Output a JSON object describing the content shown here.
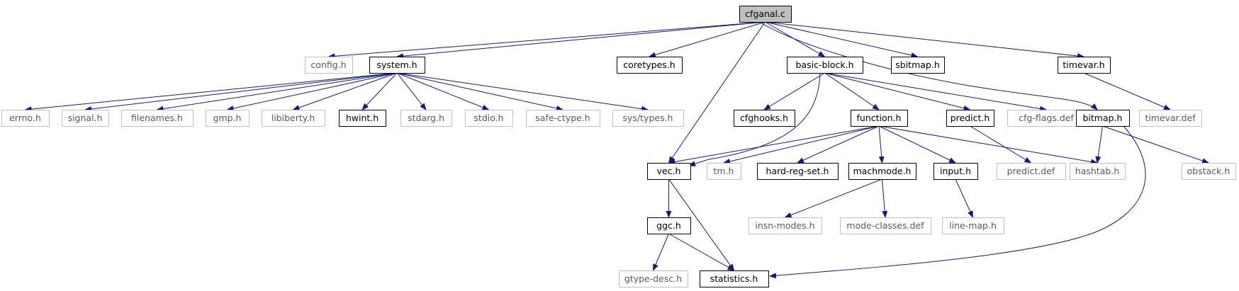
{
  "graph": {
    "colors": {
      "edge": "#191970",
      "root_fill": "#bfbfbf",
      "linked_border": "#000000",
      "unlinked_border": "#bfbfbf",
      "linked_text": "#000000",
      "unlinked_text": "#595959"
    },
    "nodes": [
      {
        "id": "cfganal",
        "label": "cfganal.c",
        "style": "root"
      },
      {
        "id": "config",
        "label": "config.h",
        "style": "unlinked"
      },
      {
        "id": "system",
        "label": "system.h",
        "style": "linked"
      },
      {
        "id": "coretypes",
        "label": "coretypes.h",
        "style": "linked"
      },
      {
        "id": "basicblock",
        "label": "basic-block.h",
        "style": "linked"
      },
      {
        "id": "sbitmap",
        "label": "sbitmap.h",
        "style": "linked"
      },
      {
        "id": "timevar",
        "label": "timevar.h",
        "style": "linked"
      },
      {
        "id": "errno",
        "label": "errno.h",
        "style": "unlinked"
      },
      {
        "id": "signal",
        "label": "signal.h",
        "style": "unlinked"
      },
      {
        "id": "filenames",
        "label": "filenames.h",
        "style": "unlinked"
      },
      {
        "id": "gmp",
        "label": "gmp.h",
        "style": "unlinked"
      },
      {
        "id": "libiberty",
        "label": "libiberty.h",
        "style": "unlinked"
      },
      {
        "id": "hwint",
        "label": "hwint.h",
        "style": "linked"
      },
      {
        "id": "stdarg",
        "label": "stdarg.h",
        "style": "unlinked"
      },
      {
        "id": "stdio",
        "label": "stdio.h",
        "style": "unlinked"
      },
      {
        "id": "safectype",
        "label": "safe-ctype.h",
        "style": "unlinked"
      },
      {
        "id": "systypes",
        "label": "sys/types.h",
        "style": "unlinked"
      },
      {
        "id": "cfghooks",
        "label": "cfghooks.h",
        "style": "linked"
      },
      {
        "id": "function",
        "label": "function.h",
        "style": "linked"
      },
      {
        "id": "predict",
        "label": "predict.h",
        "style": "linked"
      },
      {
        "id": "cfgflags",
        "label": "cfg-flags.def",
        "style": "unlinked"
      },
      {
        "id": "bitmap",
        "label": "bitmap.h",
        "style": "linked"
      },
      {
        "id": "timevardef",
        "label": "timevar.def",
        "style": "unlinked"
      },
      {
        "id": "vec",
        "label": "vec.h",
        "style": "linked"
      },
      {
        "id": "tm",
        "label": "tm.h",
        "style": "unlinked"
      },
      {
        "id": "hardregset",
        "label": "hard-reg-set.h",
        "style": "linked"
      },
      {
        "id": "machmode",
        "label": "machmode.h",
        "style": "linked"
      },
      {
        "id": "input",
        "label": "input.h",
        "style": "linked"
      },
      {
        "id": "predictdef",
        "label": "predict.def",
        "style": "unlinked"
      },
      {
        "id": "hashtab",
        "label": "hashtab.h",
        "style": "unlinked"
      },
      {
        "id": "obstack",
        "label": "obstack.h",
        "style": "unlinked"
      },
      {
        "id": "ggc",
        "label": "ggc.h",
        "style": "linked"
      },
      {
        "id": "insnmodes",
        "label": "insn-modes.h",
        "style": "unlinked"
      },
      {
        "id": "modeclasses",
        "label": "mode-classes.def",
        "style": "unlinked"
      },
      {
        "id": "linemap",
        "label": "line-map.h",
        "style": "unlinked"
      },
      {
        "id": "gtypedesc",
        "label": "gtype-desc.h",
        "style": "unlinked"
      },
      {
        "id": "statistics",
        "label": "statistics.h",
        "style": "linked"
      }
    ],
    "edges": [
      [
        "cfganal",
        "config"
      ],
      [
        "cfganal",
        "system"
      ],
      [
        "cfganal",
        "coretypes"
      ],
      [
        "cfganal",
        "vec"
      ],
      [
        "cfganal",
        "basicblock"
      ],
      [
        "cfganal",
        "sbitmap"
      ],
      [
        "cfganal",
        "bitmap"
      ],
      [
        "cfganal",
        "timevar"
      ],
      [
        "system",
        "errno"
      ],
      [
        "system",
        "signal"
      ],
      [
        "system",
        "filenames"
      ],
      [
        "system",
        "gmp"
      ],
      [
        "system",
        "libiberty"
      ],
      [
        "system",
        "hwint"
      ],
      [
        "system",
        "stdarg"
      ],
      [
        "system",
        "stdio"
      ],
      [
        "system",
        "safectype"
      ],
      [
        "system",
        "systypes"
      ],
      [
        "basicblock",
        "cfghooks"
      ],
      [
        "basicblock",
        "vec"
      ],
      [
        "basicblock",
        "function"
      ],
      [
        "basicblock",
        "predict"
      ],
      [
        "basicblock",
        "cfgflags"
      ],
      [
        "function",
        "vec"
      ],
      [
        "function",
        "tm"
      ],
      [
        "function",
        "hardregset"
      ],
      [
        "function",
        "machmode"
      ],
      [
        "function",
        "input"
      ],
      [
        "function",
        "hashtab"
      ],
      [
        "predict",
        "predictdef"
      ],
      [
        "bitmap",
        "hashtab"
      ],
      [
        "bitmap",
        "obstack"
      ],
      [
        "bitmap",
        "statistics"
      ],
      [
        "timevar",
        "timevardef"
      ],
      [
        "vec",
        "ggc"
      ],
      [
        "vec",
        "statistics"
      ],
      [
        "ggc",
        "gtypedesc"
      ],
      [
        "ggc",
        "statistics"
      ],
      [
        "machmode",
        "insnmodes"
      ],
      [
        "machmode",
        "modeclasses"
      ],
      [
        "input",
        "linemap"
      ]
    ]
  }
}
